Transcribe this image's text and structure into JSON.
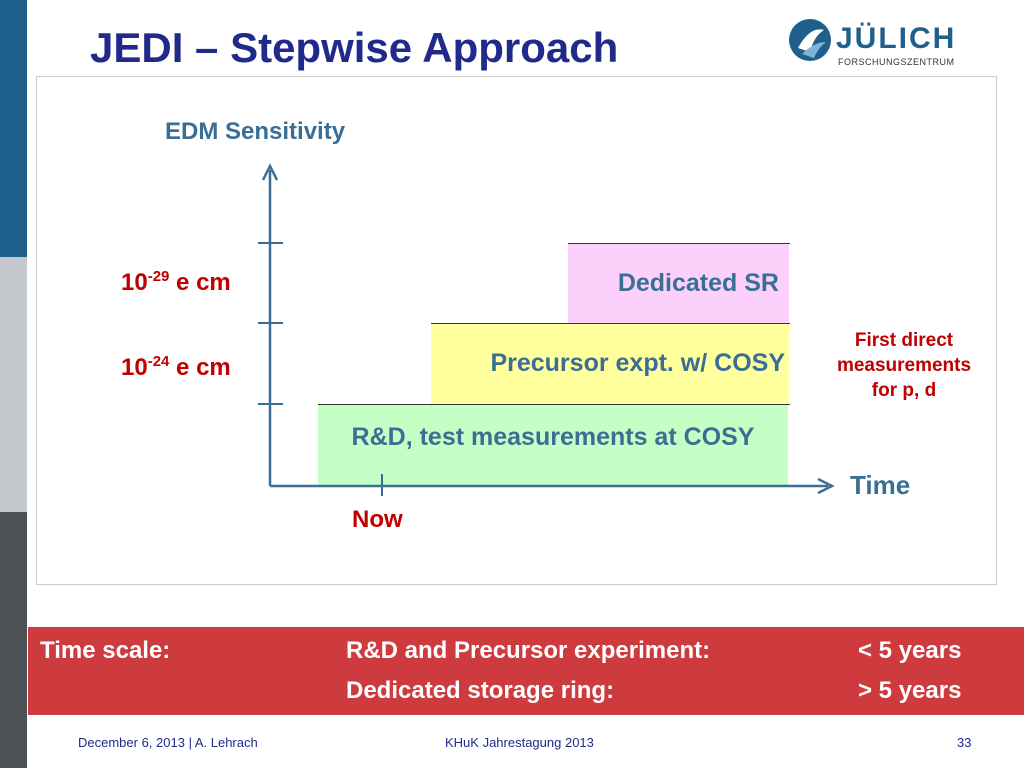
{
  "slide": {
    "title": "JEDI – Stepwise Approach"
  },
  "logo": {
    "wordmark": "JÜLICH",
    "subtitle": "FORSCHUNGSZENTRUM",
    "icon": "juelich-logo-icon"
  },
  "diagram": {
    "y_axis_label": "EDM Sensitivity",
    "x_axis_label": "Time",
    "now_label": "Now",
    "levels": [
      {
        "base": "10",
        "exponent": "-29",
        "unit": " e cm"
      },
      {
        "base": "10",
        "exponent": "-24",
        "unit": " e cm"
      }
    ],
    "steps": [
      {
        "label": "R&D, test measurements at COSY"
      },
      {
        "label": "Precursor expt. w/ COSY"
      },
      {
        "label": "Dedicated SR"
      }
    ],
    "note_lines": [
      "First direct",
      "measurements",
      "for p, d"
    ]
  },
  "banner": {
    "heading": "Time scale:",
    "rows": [
      {
        "label": "R&D and Precursor experiment:",
        "value": "< 5 years"
      },
      {
        "label": "Dedicated storage ring:",
        "value": "> 5 years"
      }
    ]
  },
  "footer": {
    "left": "December 6, 2013 | A. Lehrach",
    "center": "KHuK Jahrestagung 2013",
    "page": "33"
  },
  "colors": {
    "title": "#1f2a8a",
    "accent_blue": "#3a6f95",
    "red_text": "#c00000",
    "banner": "#cd3b3e",
    "sr_box": "#fbd0fb",
    "precursor_box": "#ffff9d",
    "rd_box": "#c6ffc6"
  }
}
